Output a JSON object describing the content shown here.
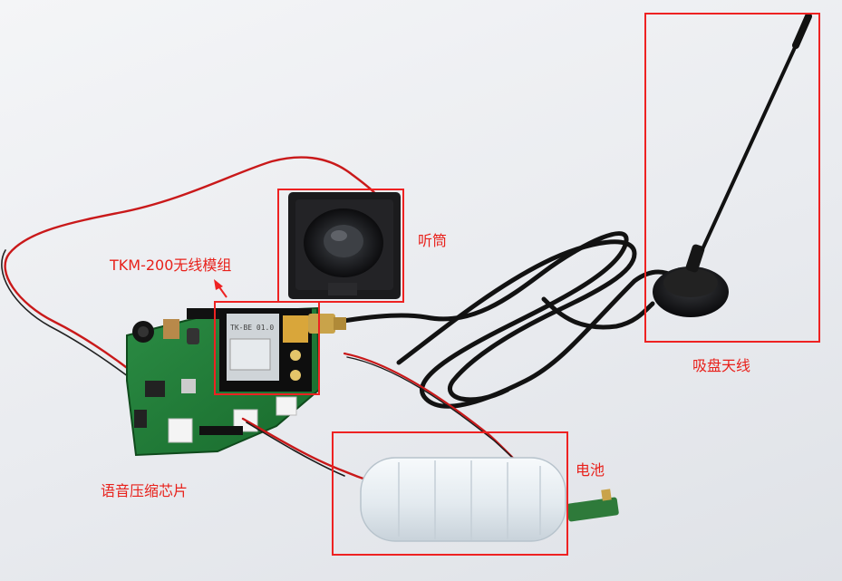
{
  "annotations": {
    "module_label": "TKM-200无线模组",
    "speaker_label": "听筒",
    "antenna_label": "吸盘天线",
    "chip_label": "语音压缩芯片",
    "battery_label": "电池"
  },
  "module_marking": "TK-BE 01.0",
  "colors": {
    "annotation": "#ee2222",
    "pcb": "#1f7a35",
    "cable": "#151515",
    "wire_red": "#d11a1a",
    "battery": "#e8eef2"
  }
}
